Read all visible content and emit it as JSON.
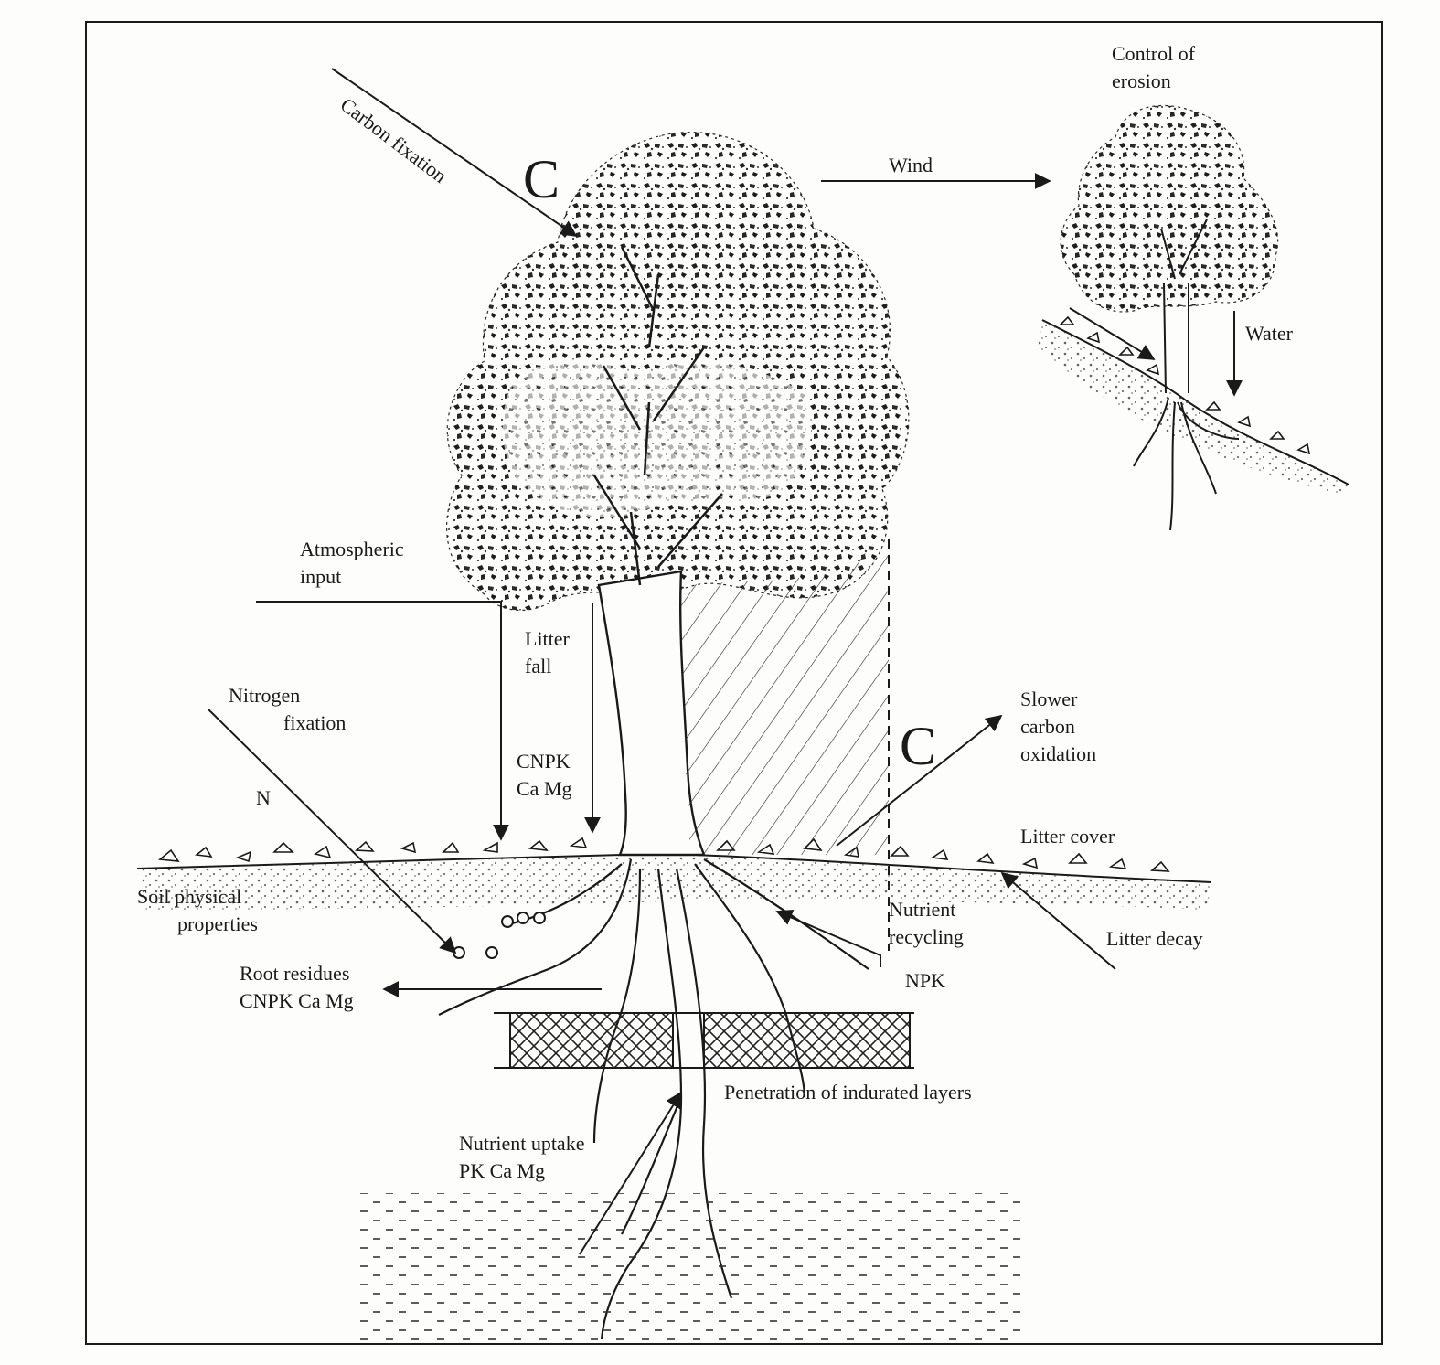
{
  "labels": {
    "carbon_fixation": "Carbon fixation",
    "carbon_symbol": "C",
    "wind": "Wind",
    "control_of_erosion": [
      "Control of",
      "erosion"
    ],
    "water": "Water",
    "atmospheric_input": [
      "Atmospheric",
      "input"
    ],
    "litter_fall": [
      "Litter",
      "fall"
    ],
    "nitrogen_fixation": [
      "Nitrogen",
      "fixation"
    ],
    "nitrogen_symbol": "N",
    "cnpk_ca_mg": [
      "CNPK",
      "Ca Mg"
    ],
    "slower_carbon_oxidation": [
      "Slower",
      "carbon",
      "oxidation"
    ],
    "oxidation_symbol": "C",
    "litter_cover": "Litter cover",
    "soil_physical_properties": [
      "Soil physical",
      "properties"
    ],
    "nutrient_recycling": [
      "Nutrient",
      "recycling"
    ],
    "litter_decay": "Litter decay",
    "root_residues": [
      "Root residues",
      "CNPK Ca Mg"
    ],
    "npk": "NPK",
    "penetration_of_indurated_layers": "Penetration of indurated layers",
    "nutrient_uptake": [
      "Nutrient  uptake",
      "PK Ca Mg"
    ]
  }
}
